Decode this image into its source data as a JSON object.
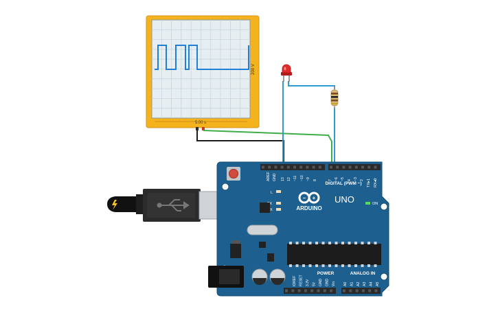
{
  "oscilloscope": {
    "time_div_label": "5.00 s",
    "volt_div_label": "200 V",
    "waveform_levels": [
      0,
      1,
      0,
      1,
      0,
      1,
      0,
      1
    ],
    "colors": {
      "frame": "#f4b21c",
      "screen": "#e6eef1",
      "grid": "#c8d6db",
      "trace": "#1f7fd6"
    }
  },
  "arduino": {
    "model": "UNO",
    "brand": "ARDUINO",
    "on_label": "ON",
    "digital_header": "DIGITAL (PWM ~)",
    "power_header": "POWER",
    "analog_header": "ANALOG IN",
    "tx_label": "TX",
    "rx_label": "RX",
    "l_label": "L",
    "tx1_label": "TX▸1",
    "rx0_label": "RX◂0",
    "digital_pins": [
      "AREF",
      "GND",
      "13",
      "12",
      "~11",
      "~10",
      "~9",
      "8",
      "7",
      "~6",
      "~5",
      "4",
      "~3",
      "2"
    ],
    "power_pins": [
      "IOREF",
      "RESET",
      "3.3V",
      "5V",
      "GND",
      "GND",
      "Vin"
    ],
    "analog_pins": [
      "A0",
      "A1",
      "A2",
      "A3",
      "A4",
      "A5"
    ],
    "colors": {
      "board": "#1d5f8e",
      "board_edge": "#17507a"
    }
  },
  "components": {
    "led": "red-led",
    "resistor": "resistor",
    "usb": "usb-cable"
  },
  "wires": {
    "colors": {
      "black": "#1b1b1b",
      "green": "#3fae49",
      "blue": "#2c9bd1"
    }
  }
}
